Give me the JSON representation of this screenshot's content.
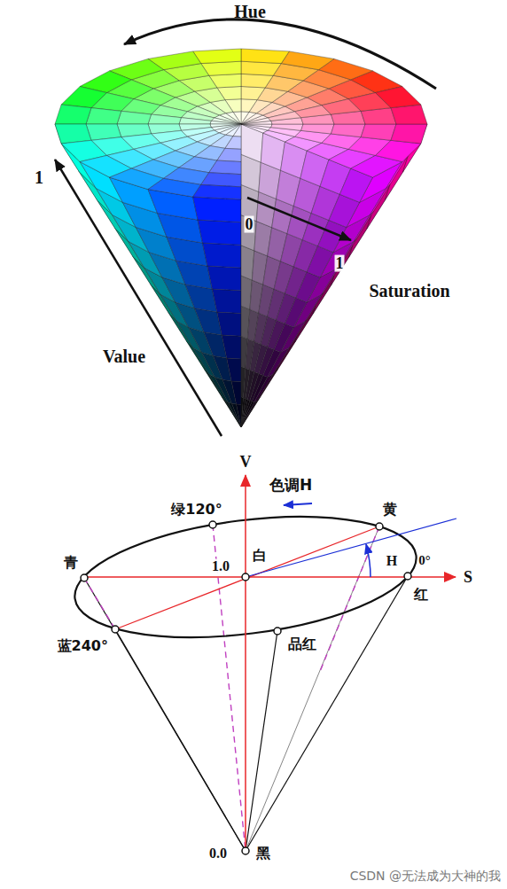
{
  "diagram": {
    "labels": [
      "Hue",
      "1",
      "Value",
      "0",
      "1",
      "Saturation",
      "V",
      "色调H",
      "绿120°",
      "黄",
      "1.0",
      "白",
      "H",
      "0°",
      "S",
      "青",
      "红",
      "蓝240°",
      "品红",
      "0.0",
      "黑",
      "CSDN @无法成为大神的我"
    ]
  }
}
